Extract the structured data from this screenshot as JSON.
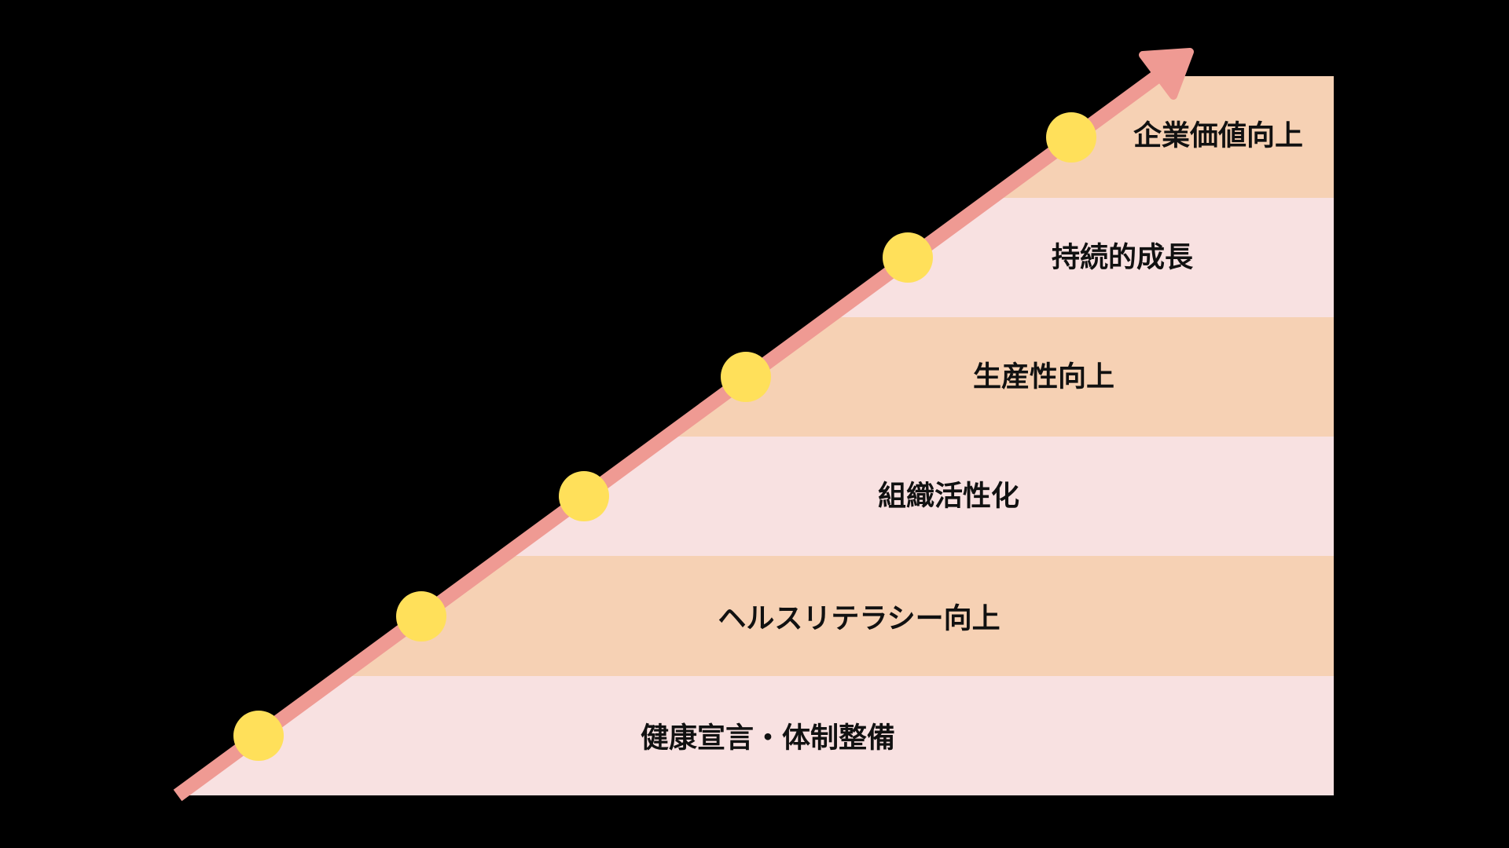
{
  "diagram": {
    "type": "staircase-growth-diagram",
    "description_steps_top_to_bottom": [
      {
        "label": "企業価値向上",
        "band": "peach"
      },
      {
        "label": "持続的成長",
        "band": "pink"
      },
      {
        "label": "生産性向上",
        "band": "peach"
      },
      {
        "label": "組織活性化",
        "band": "pink"
      },
      {
        "label": "ヘルスリテラシー向上",
        "band": "peach"
      },
      {
        "label": "健康宣言・体制整備",
        "band": "pink"
      }
    ]
  },
  "steps": [
    {
      "label": "企業価値向上"
    },
    {
      "label": "持続的成長"
    },
    {
      "label": "生産性向上"
    },
    {
      "label": "組織活性化"
    },
    {
      "label": "ヘルスリテラシー向上"
    },
    {
      "label": "健康宣言・体制整備"
    }
  ],
  "colors": {
    "background": "#000000",
    "band_peach": "#f6d1b4",
    "band_pink": "#f8e1e1",
    "arrow": "#ef9a93",
    "dot": "#ffe05a",
    "label_text": "#111111"
  }
}
